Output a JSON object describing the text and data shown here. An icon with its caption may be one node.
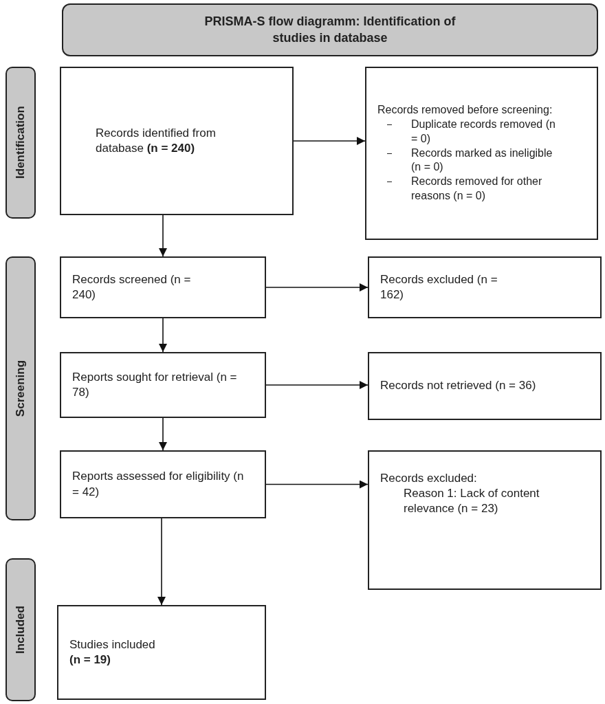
{
  "diagram": {
    "nodes": [
      {
        "text": [
          "PRISMA-S flow diagramm: Identification of studies in database"
        ]
      },
      {
        "text": [
          "Identification"
        ]
      },
      {
        "text": [
          "Records identified from database **(n = 240)**"
        ]
      },
      {
        "text": [
          "Records removed before screening:",
          "Duplicate records removed (n = 0)",
          "Records marked as ineligible (n = 0)",
          "Records removed for other reasons (n = 0)"
        ]
      },
      {
        "text": [
          "Screening"
        ]
      },
      {
        "text": [
          "Records screened (n = 240)"
        ]
      },
      {
        "text": [
          "Records excluded (n = 162)"
        ]
      },
      {
        "text": [
          "Reports sought for retrieval (n = 78)"
        ]
      },
      {
        "text": [
          "Records not retrieved (n = 36)"
        ]
      },
      {
        "text": [
          "Reports assessed for eligibility (n = 42)"
        ]
      },
      {
        "text": [
          "Records excluded:",
          "Reason 1: Lack of content relevance (n = 23)"
        ]
      },
      {
        "text": [
          "Included"
        ]
      },
      {
        "text": [
          "Studies included **(n = 19)**"
        ]
      }
    ],
    "edges": [
      {
        "from": 2,
        "to": 3,
        "arrow": "to"
      },
      {
        "from": 2,
        "to": 5,
        "arrow": "to"
      },
      {
        "from": 5,
        "to": 6,
        "arrow": "to"
      },
      {
        "from": 5,
        "to": 7,
        "arrow": "to"
      },
      {
        "from": 7,
        "to": 8,
        "arrow": "to"
      },
      {
        "from": 7,
        "to": 9,
        "arrow": "to"
      },
      {
        "from": 9,
        "to": 10,
        "arrow": "to"
      },
      {
        "from": 9,
        "to": 12,
        "arrow": "to"
      }
    ]
  }
}
